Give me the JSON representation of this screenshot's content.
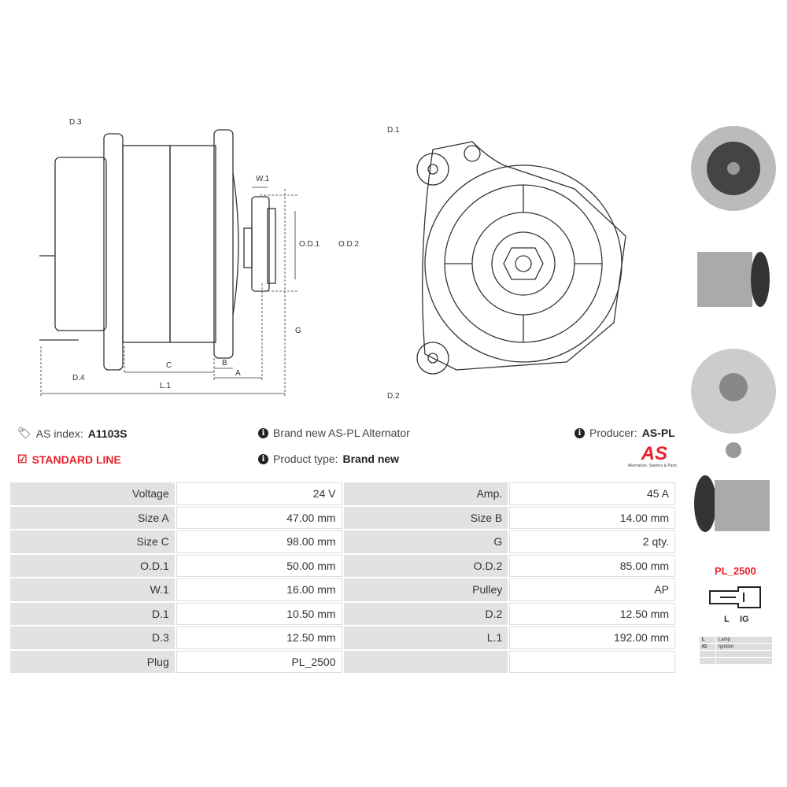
{
  "drawing": {
    "labels": {
      "d3": "D.3",
      "d4": "D.4",
      "w1": "W.1",
      "od1": "O.D.1",
      "od2": "O.D.2",
      "g": "G",
      "c": "C",
      "b": "B",
      "a": "A",
      "l1": "L.1",
      "d1": "D.1",
      "d2": "D.2"
    }
  },
  "info": {
    "as_index_label": "AS index:",
    "as_index": "A1103S",
    "line": "STANDARD LINE",
    "brand": "Brand new AS-PL Alternator",
    "product_type_label": "Product type:",
    "product_type": "Brand new",
    "producer_label": "Producer:",
    "producer": "AS-PL",
    "logo_text": "AS",
    "logo_sub": "Alternators, Starters & Parts"
  },
  "specs": [
    [
      "Voltage",
      "24 V",
      "Amp.",
      "45 A"
    ],
    [
      "Size A",
      "47.00 mm",
      "Size B",
      "14.00 mm"
    ],
    [
      "Size C",
      "98.00 mm",
      "G",
      "2 qty."
    ],
    [
      "O.D.1",
      "50.00 mm",
      "O.D.2",
      "85.00 mm"
    ],
    [
      "W.1",
      "16.00 mm",
      "Pulley",
      "AP"
    ],
    [
      "D.1",
      "10.50 mm",
      "D.2",
      "12.50 mm"
    ],
    [
      "D.3",
      "12.50 mm",
      "L.1",
      "192.00 mm"
    ],
    [
      "Plug",
      "PL_2500",
      "",
      ""
    ]
  ],
  "plug": {
    "name": "PL_2500",
    "pins": [
      "L",
      "IG"
    ],
    "legend": [
      [
        "L",
        "Lamp"
      ],
      [
        "IG",
        "Ignition"
      ],
      [
        "",
        ""
      ],
      [
        "",
        ""
      ]
    ]
  },
  "colors": {
    "accent": "#e8202a"
  }
}
